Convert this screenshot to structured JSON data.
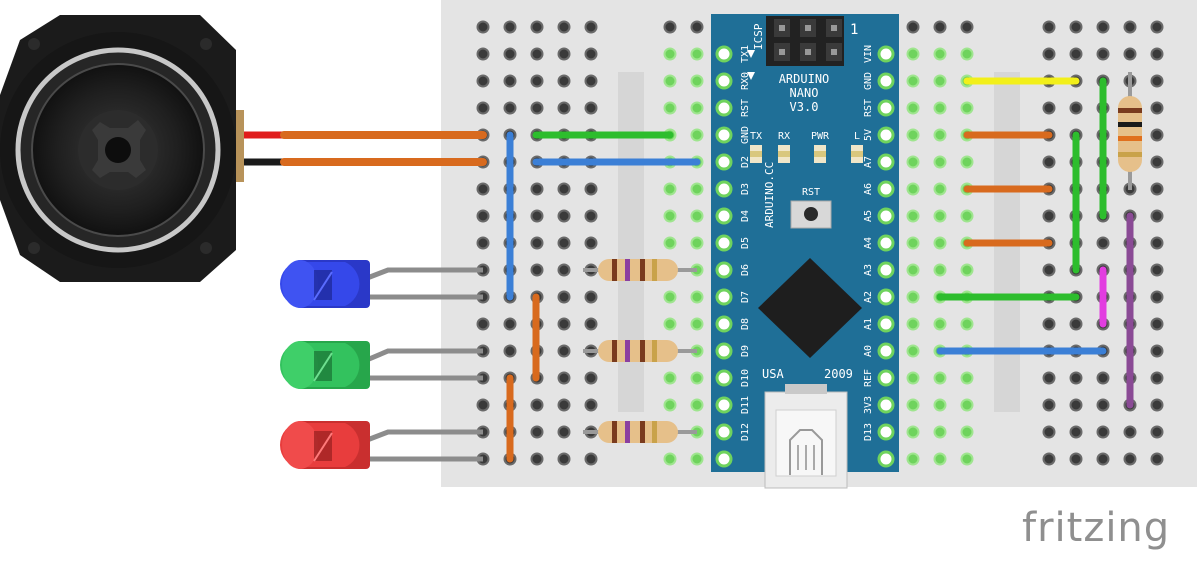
{
  "board": {
    "title_line1": "ARDUINO",
    "title_line2": "NANO",
    "title_line3": "V3.0",
    "url": "ARDUINO.CC",
    "icsp_label": "ICSP",
    "icsp_pin1": "1",
    "led_labels": [
      "TX",
      "RX",
      "PWR",
      "L"
    ],
    "reset_label": "RST",
    "footer_left": "USA",
    "footer_right": "2009",
    "left_pins": [
      "TX1",
      "RX0",
      "RST",
      "GND",
      "D2",
      "D3",
      "D4",
      "D5",
      "D6",
      "D7",
      "D8",
      "D9",
      "D10",
      "D11",
      "D12"
    ],
    "right_pins": [
      "VIN",
      "GND",
      "RST",
      "5V",
      "A7",
      "A6",
      "A5",
      "A4",
      "A3",
      "A2",
      "A1",
      "A0",
      "REF",
      "3V3",
      "D13"
    ]
  },
  "components": {
    "speaker": "speaker",
    "leds": [
      "blue",
      "green",
      "red"
    ],
    "resistors": 4
  },
  "colors": {
    "breadboard": "#e4e4e4",
    "board_blue": "#1f6f97",
    "wire_orange": "#d86a1e",
    "wire_green": "#2dbd2d",
    "wire_blue": "#3b7fd6",
    "wire_yellow": "#f2ef1a",
    "wire_purple": "#8a4a95",
    "wire_magenta": "#e23de0",
    "led_blue": "#2d3fe0",
    "led_green": "#31c25b",
    "led_red": "#e63a3a"
  },
  "watermark": "fritzing"
}
